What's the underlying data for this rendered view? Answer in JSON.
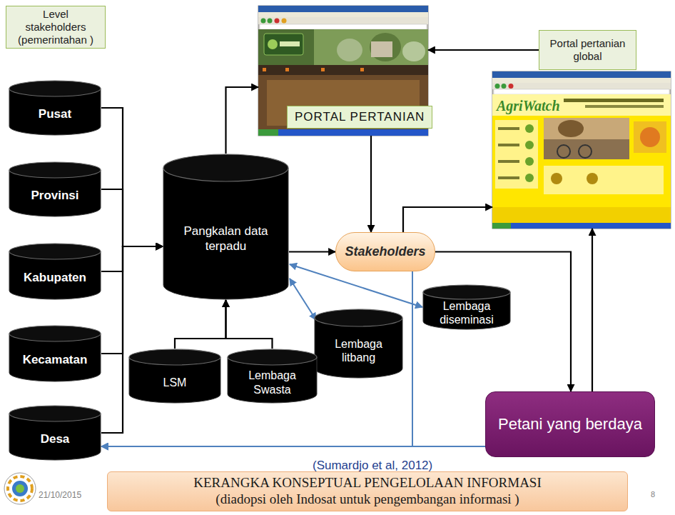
{
  "diagram": {
    "nodes": [
      {
        "text": [
          "Level stakeholders (pemerintahan )"
        ]
      },
      {
        "text": [
          "PORTAL PERTANIAN"
        ]
      },
      {
        "text": [
          "Portal pertanian global"
        ]
      },
      {
        "text": [
          "AgriWatch"
        ]
      },
      {
        "text": [
          "Pusat"
        ]
      },
      {
        "text": [
          "Provinsi"
        ]
      },
      {
        "text": [
          "Kabupaten"
        ]
      },
      {
        "text": [
          "Pangkalan data terpadu"
        ]
      },
      {
        "text": [
          "Stakeholders"
        ]
      },
      {
        "text": [
          "Kecamatan"
        ]
      },
      {
        "text": [
          "Lembaga diseminasi"
        ]
      },
      {
        "text": [
          "Lembaga litbang"
        ]
      },
      {
        "text": [
          "LSM"
        ]
      },
      {
        "text": [
          "Lembaga Swasta"
        ]
      },
      {
        "text": [
          "Desa"
        ]
      },
      {
        "text": [
          "Petani yang berdaya"
        ]
      },
      {
        "text": [
          "KERANGKA KONSEPTUAL PENGELOLAAN INFORMASI",
          "(diadopsi oleh Indosat untuk pengembangan informasi )"
        ]
      }
    ],
    "edges": [
      {
        "from": 4,
        "to": 7,
        "arrow": "to"
      },
      {
        "from": 5,
        "to": 7,
        "arrow": "to"
      },
      {
        "from": 6,
        "to": 7,
        "arrow": "to"
      },
      {
        "from": 9,
        "to": 7,
        "arrow": "to"
      },
      {
        "from": 14,
        "to": 7,
        "arrow": "to"
      },
      {
        "from": 7,
        "to": 1,
        "arrow": "to"
      },
      {
        "from": 2,
        "to": 1,
        "arrow": "to"
      },
      {
        "from": 1,
        "to": 8,
        "arrow": "to"
      },
      {
        "from": 7,
        "to": 8,
        "arrow": "to"
      },
      {
        "from": 8,
        "to": 3,
        "arrow": "to"
      },
      {
        "from": 8,
        "to": 15,
        "arrow": "to"
      },
      {
        "from": 15,
        "to": 3,
        "arrow": "to"
      },
      {
        "from": 12,
        "to": 7,
        "arrow": "to"
      },
      {
        "from": 13,
        "to": 7,
        "arrow": "to"
      },
      {
        "from": 11,
        "to": 7,
        "arrow": "both"
      },
      {
        "from": 10,
        "to": 7,
        "arrow": "both"
      },
      {
        "from": 8,
        "to": 14,
        "arrow": "to"
      },
      {
        "from": 15,
        "to": 14,
        "arrow": "to"
      }
    ],
    "labels": [
      "(Sumardjo et al, 2012)",
      "21/10/2015",
      "8"
    ]
  }
}
